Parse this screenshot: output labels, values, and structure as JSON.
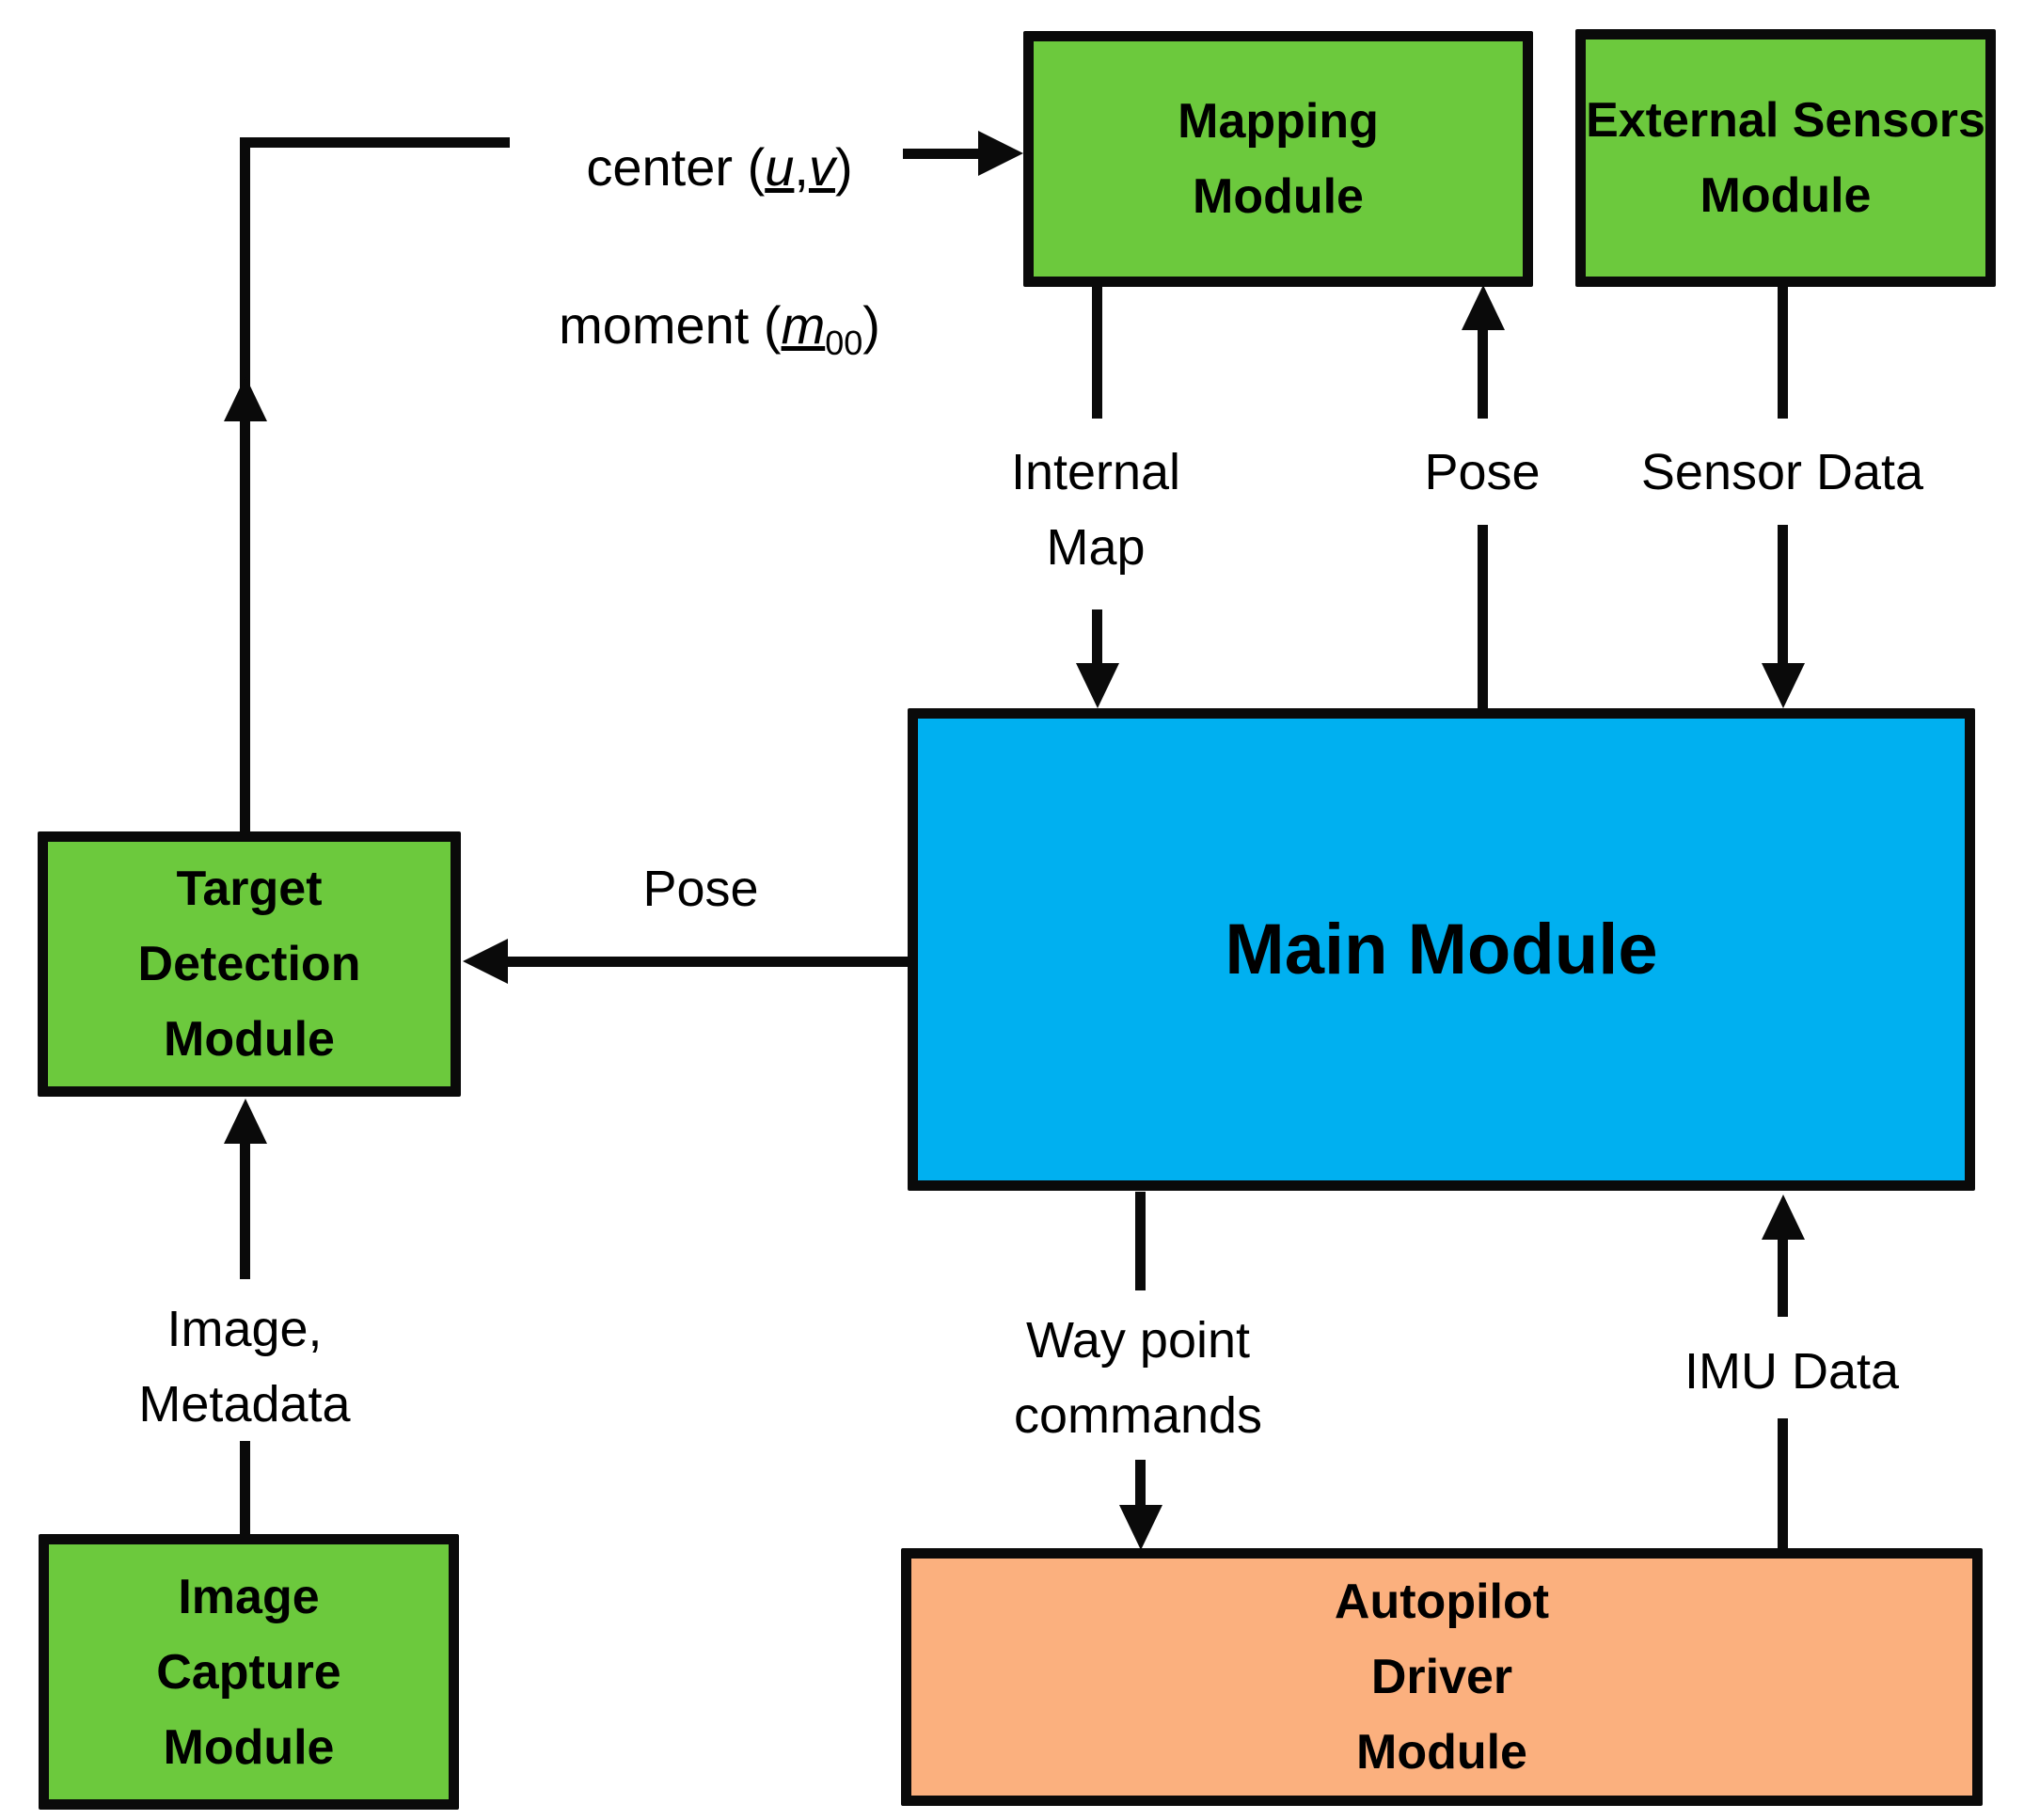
{
  "diagram": {
    "type": "block-diagram",
    "background": "#ffffff",
    "colors": {
      "module_green": "#6CC93D",
      "module_blue": "#00B0F0",
      "module_orange": "#FBB07E",
      "line_black": "#0a0a0a"
    },
    "boxes": {
      "mapping": {
        "label": "Mapping\nModule",
        "color": "#6CC93D"
      },
      "external_sensors": {
        "label": "External Sensors\nModule",
        "color": "#6CC93D"
      },
      "main": {
        "label": "Main Module",
        "color": "#00B0F0"
      },
      "target_detection": {
        "label": "Target\nDetection\nModule",
        "color": "#6CC93D"
      },
      "image_capture": {
        "label": "Image\nCapture\nModule",
        "color": "#6CC93D"
      },
      "autopilot": {
        "label": "Autopilot\nDriver\nModule",
        "color": "#FBB07E"
      }
    },
    "edge_labels": {
      "center_moment": {
        "line1_prefix": "center (",
        "u": "u",
        "comma": ",",
        "v": "v",
        "line1_suffix": ")",
        "line2_prefix": "moment (",
        "m": "m",
        "subscript": "00",
        "line2_suffix": ")"
      },
      "internal_map": "Internal\nMap",
      "pose_to_mapping": "Pose",
      "sensor_data": "Sensor Data",
      "pose_to_target": "Pose",
      "image_metadata": "Image,\nMetadata",
      "waypoint_commands": "Way point\ncommands",
      "imu_data": "IMU Data"
    },
    "edges": [
      {
        "from": "target_detection",
        "to": "mapping",
        "label": "center (u,v) moment (m00)"
      },
      {
        "from": "mapping",
        "to": "main",
        "label": "Internal Map"
      },
      {
        "from": "main",
        "to": "mapping",
        "label": "Pose"
      },
      {
        "from": "external_sensors",
        "to": "main",
        "label": "Sensor Data"
      },
      {
        "from": "main",
        "to": "target_detection",
        "label": "Pose"
      },
      {
        "from": "image_capture",
        "to": "target_detection",
        "label": "Image, Metadata"
      },
      {
        "from": "main",
        "to": "autopilot",
        "label": "Way point commands"
      },
      {
        "from": "autopilot",
        "to": "main",
        "label": "IMU Data"
      }
    ]
  }
}
